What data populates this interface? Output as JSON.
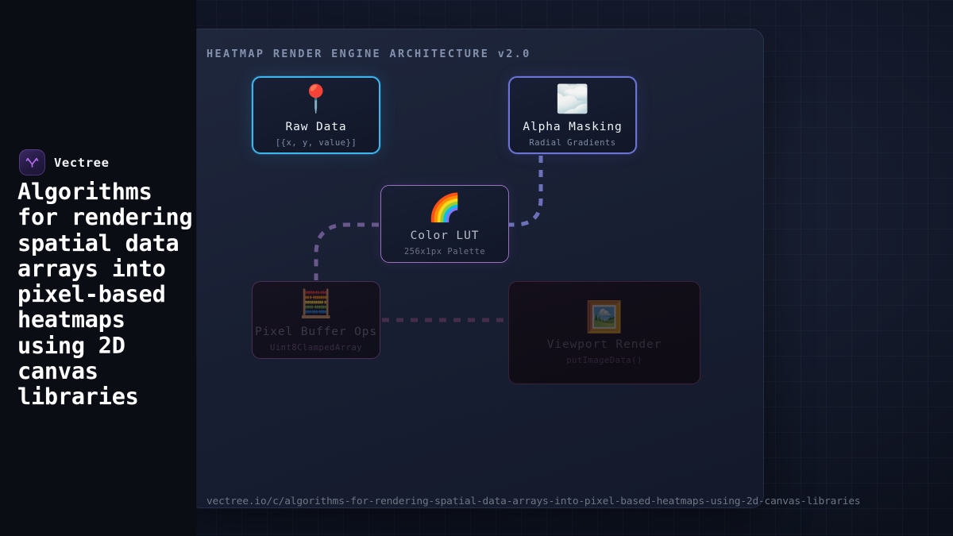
{
  "brand": {
    "name": "Vectree",
    "logo_icon": "vectree-branch-logo-icon",
    "logo_color": "#b36cf0"
  },
  "headline": "Algorithms for rendering spatial data arrays into pixel-based heatmaps using 2D canvas libraries",
  "panel": {
    "title": "HEATMAP RENDER ENGINE ARCHITECTURE v2.0",
    "accent_cyan": "#3cb6ef",
    "accent_indigo": "#6b73d6",
    "accent_purple": "#9b6fc4",
    "accent_magenta": "#a0468220"
  },
  "nodes": [
    {
      "id": "raw-data",
      "title": "Raw Data",
      "subtitle": "[{x, y, value}]",
      "icon": "round-pushpin-icon",
      "glyph": "📍",
      "border_color": "#3cb6ef",
      "state": "active"
    },
    {
      "id": "alpha-masking",
      "title": "Alpha Masking",
      "subtitle": "Radial Gradients",
      "icon": "fog-cloud-icon",
      "glyph": "🌫️",
      "border_color": "#6b73d6",
      "state": "active"
    },
    {
      "id": "color-lut",
      "title": "Color LUT",
      "subtitle": "256x1px Palette",
      "icon": "rainbow-icon",
      "glyph": "🌈",
      "border_color": "#9b6fc4",
      "state": "dimmed"
    },
    {
      "id": "pixel-buffer-ops",
      "title": "Pixel Buffer Ops",
      "subtitle": "Uint8ClampedArray",
      "icon": "abacus-icon",
      "glyph": "🧮",
      "border_color": "#96 5aa5",
      "state": "faded"
    },
    {
      "id": "viewport-render",
      "title": "Viewport Render",
      "subtitle": "putImageData()",
      "icon": "framed-picture-icon",
      "glyph": "🖼️",
      "border_color": "#a04682",
      "state": "faded"
    }
  ],
  "connectors": [
    {
      "id": "alpha-to-lut",
      "from": "alpha-masking",
      "to": "color-lut",
      "style": "dashed-curve",
      "color": "#7b7fd0"
    },
    {
      "id": "lut-to-pixel",
      "from": "color-lut",
      "to": "pixel-buffer-ops",
      "style": "dashed-curve",
      "color": "#9b7ac4"
    },
    {
      "id": "pixel-to-viewport",
      "from": "pixel-buffer-ops",
      "to": "viewport-render",
      "style": "dashed-line",
      "color": "#5d3a55"
    }
  ],
  "footer": {
    "url": "vectree.io/c/algorithms-for-rendering-spatial-data-arrays-into-pixel-based-heatmaps-using-2d-canvas-libraries"
  }
}
